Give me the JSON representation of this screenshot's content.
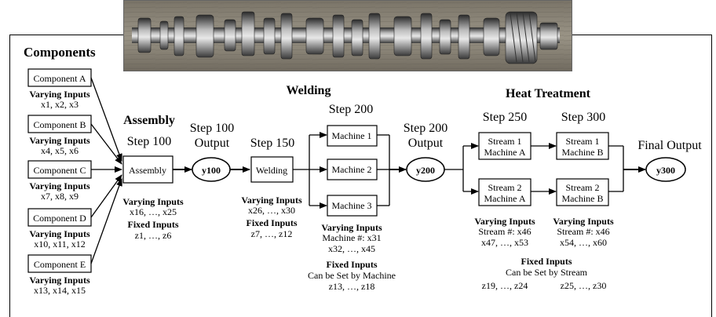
{
  "components": {
    "heading": "Components",
    "items": [
      {
        "label": "Component A",
        "var_label": "Varying Inputs",
        "vars": "x1, x2, x3"
      },
      {
        "label": "Component B",
        "var_label": "Varying Inputs",
        "vars": "x4, x5, x6"
      },
      {
        "label": "Component C",
        "var_label": "Varying Inputs",
        "vars": "x7, x8, x9"
      },
      {
        "label": "Component D",
        "var_label": "Varying Inputs",
        "vars": "x10, x11, x12"
      },
      {
        "label": "Component E",
        "var_label": "Varying Inputs",
        "vars": "x13, x14, x15"
      }
    ]
  },
  "assembly": {
    "heading": "Assembly",
    "step": "Step 100",
    "box": "Assembly",
    "var_label": "Varying Inputs",
    "vars": "x16, …, x25",
    "fixed_label": "Fixed Inputs",
    "fixed": "z1, …, z6"
  },
  "out100": {
    "title1": "Step 100",
    "title2": "Output",
    "node": "y100"
  },
  "welding": {
    "heading": "Welding",
    "step150": "Step 150",
    "box": "Welding",
    "var_label": "Varying Inputs",
    "vars": "x26, …, x30",
    "fixed_label": "Fixed Inputs",
    "fixed": "z7, …, z12",
    "step200": "Step 200",
    "machines": [
      "Machine 1",
      "Machine 2",
      "Machine 3"
    ],
    "m_var_label": "Varying Inputs",
    "m_var1": "Machine #: x31",
    "m_var2": "x32, …, x45",
    "m_fixed_label": "Fixed Inputs",
    "m_fixed1": "Can be Set by Machine",
    "m_fixed2": "z13, …, z18"
  },
  "out200": {
    "title1": "Step 200",
    "title2": "Output",
    "node": "y200"
  },
  "heat": {
    "heading": "Heat Treatment",
    "step250": "Step 250",
    "step300": "Step 300",
    "s1a": [
      "Stream 1",
      "Machine A"
    ],
    "s1b": [
      "Stream 1",
      "Machine B"
    ],
    "s2a": [
      "Stream 2",
      "Machine A"
    ],
    "s2b": [
      "Stream 2",
      "Machine B"
    ],
    "a_var_label": "Varying Inputs",
    "a_var1": "Stream #: x46",
    "a_var2": "x47, …, x53",
    "b_var_label": "Varying Inputs",
    "b_var1": "Stream #: x46",
    "b_var2": "x54, …, x60",
    "fixed_label": "Fixed Inputs",
    "fixed1": "Can be Set by Stream",
    "fixed_a": "z19, …, z24",
    "fixed_b": "z25, …, z30"
  },
  "final": {
    "title": "Final Output",
    "node": "y300"
  }
}
